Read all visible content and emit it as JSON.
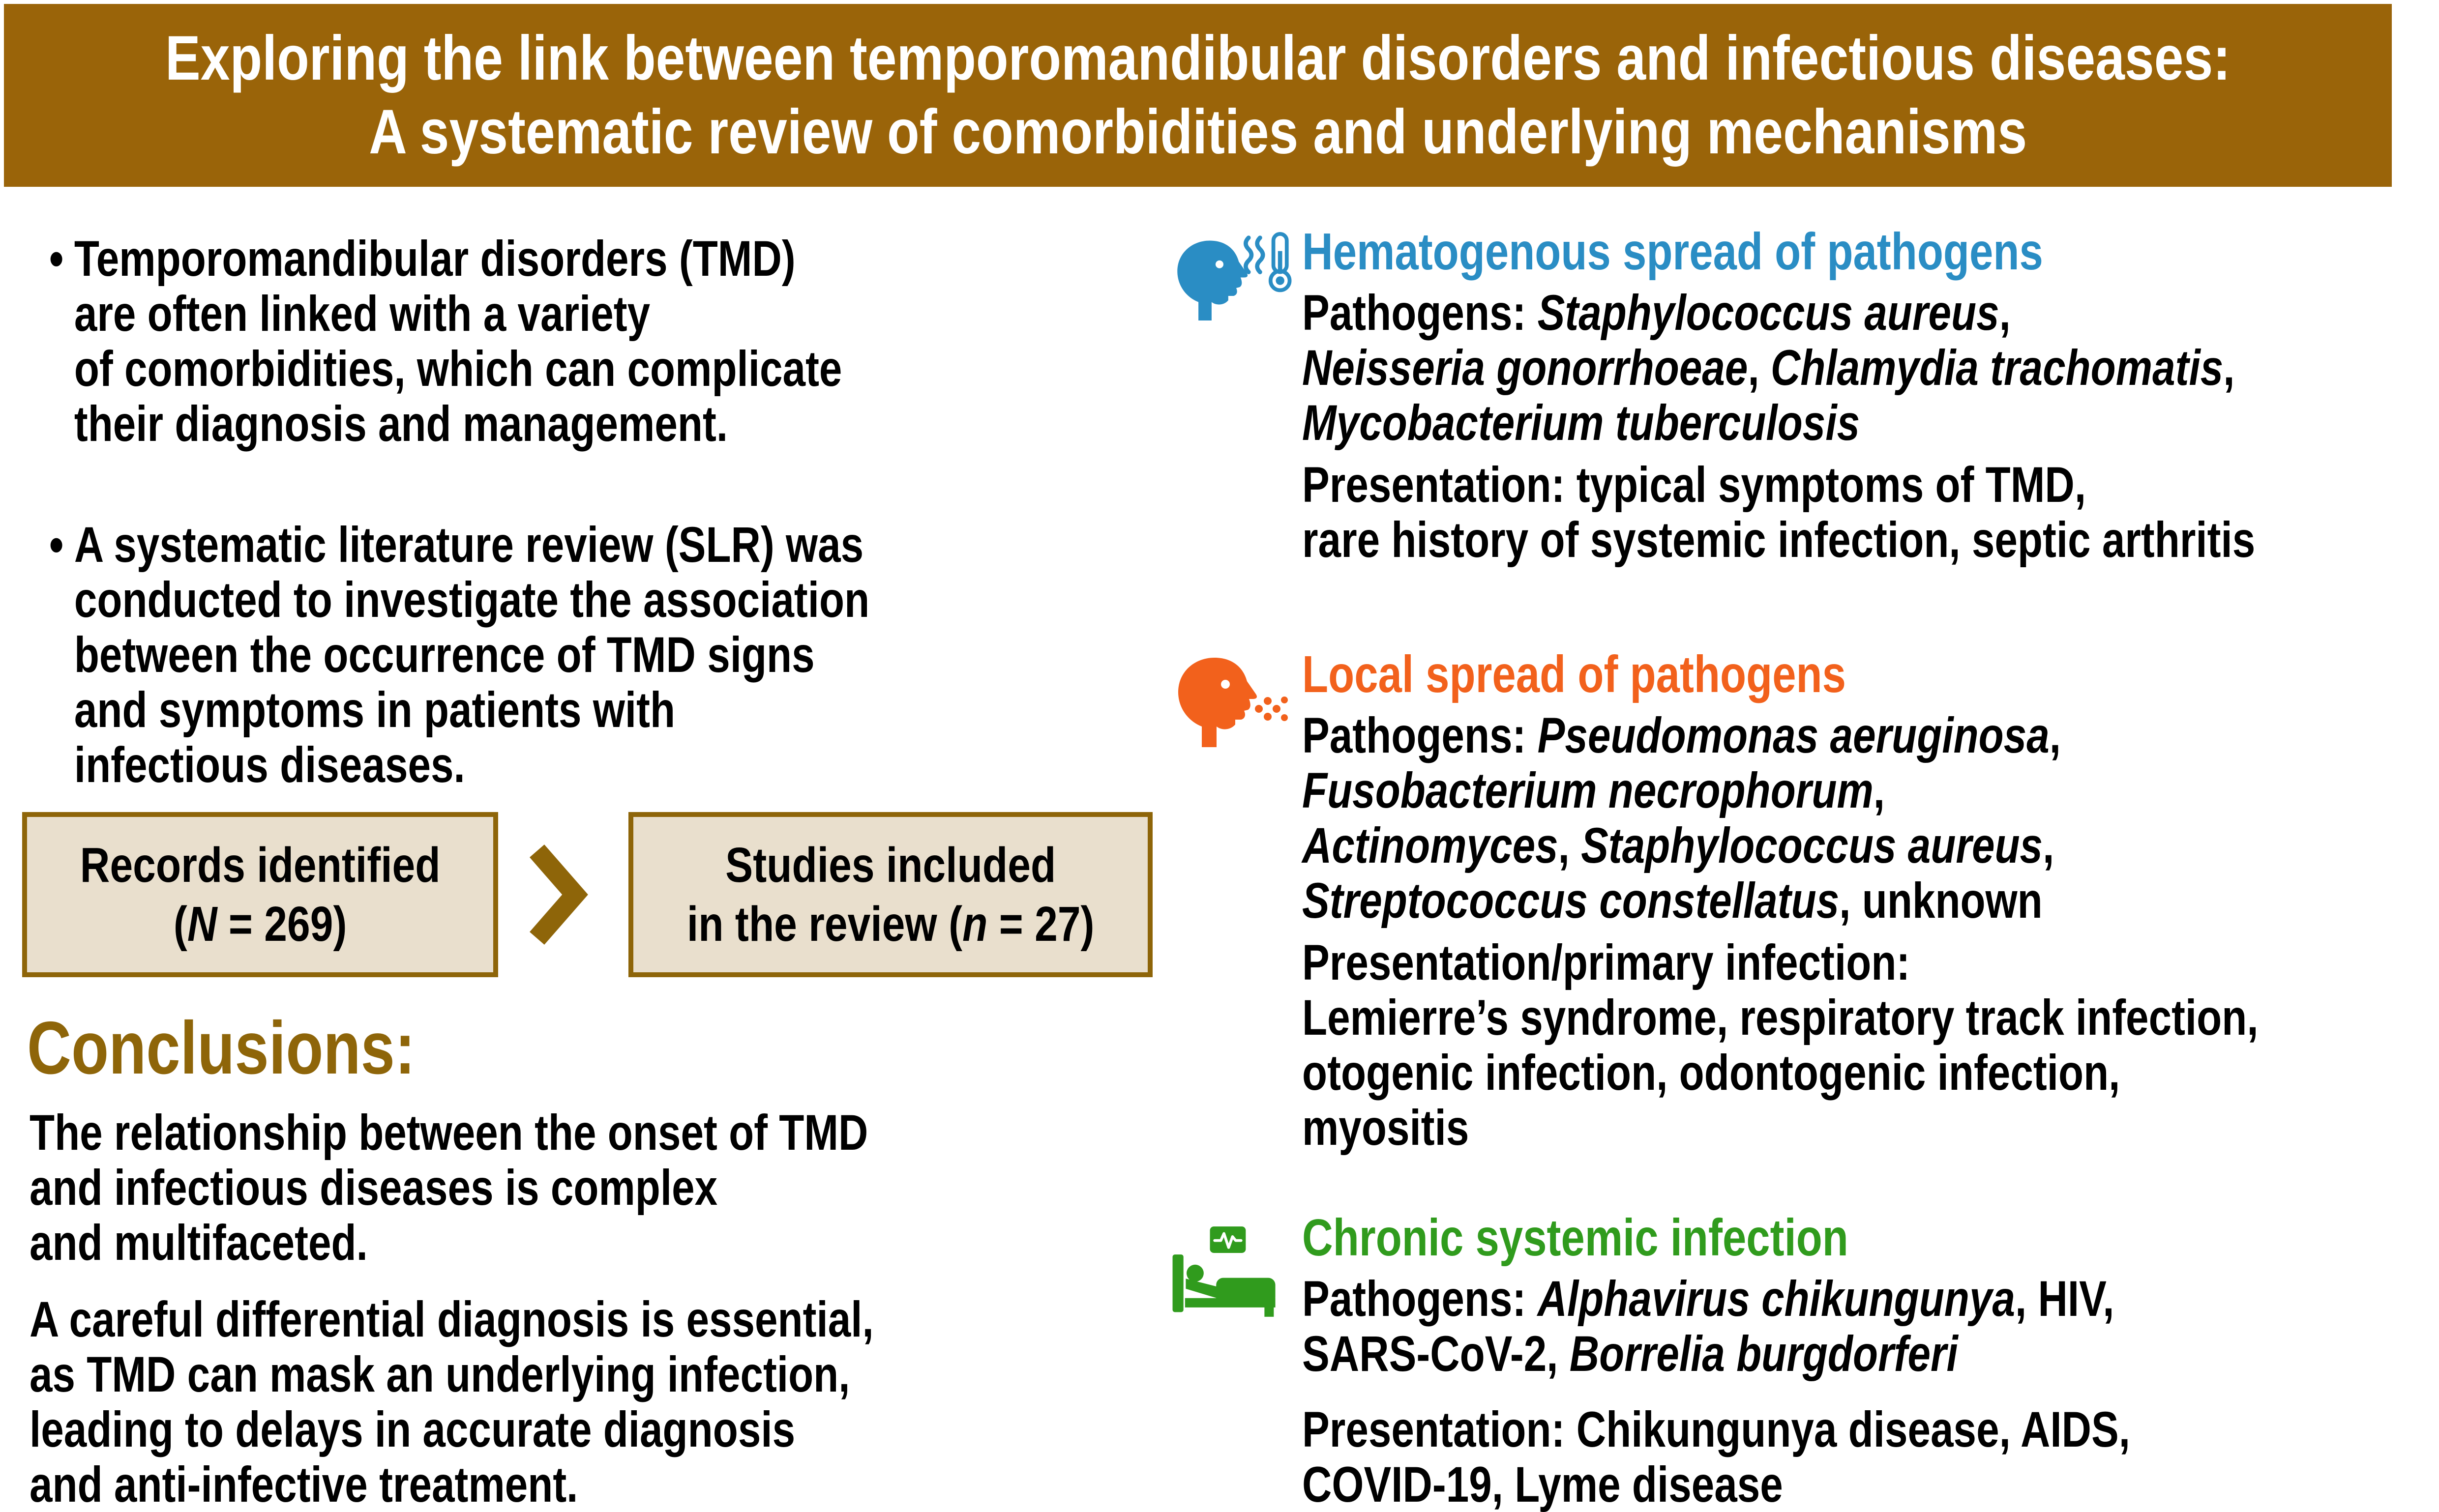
{
  "colors": {
    "header_bg": "#9a6409",
    "brown": "#8e6509",
    "box_bg": "#e9dfcd",
    "blue": "#2a8dc4",
    "orange": "#f2611c",
    "green": "#309b1d",
    "black": "#000000",
    "white": "#ffffff"
  },
  "header": {
    "line1": "Exploring the link between temporomandibular disorders and infectious diseases:",
    "line2": "A systematic review of comorbidities and underlying mechanisms"
  },
  "intro": {
    "bullet_char": "•",
    "bullets": [
      "Temporomandibular disorders (TMD)\nare often linked with a variety\nof comorbidities, which can complicate\ntheir diagnosis and management.",
      "A systematic literature review (SLR) was\nconducted to investigate the association\nbetween the occurrence of TMD signs\nand symptoms in patients with\ninfectious diseases."
    ]
  },
  "flow": {
    "records_box": [
      {
        "t": "Records identified\n(",
        "i": false
      },
      {
        "t": "N",
        "i": true
      },
      {
        "t": " = 269)",
        "i": false
      }
    ],
    "included_box": [
      {
        "t": "Studies included\nin the review (",
        "i": false
      },
      {
        "t": "n",
        "i": true
      },
      {
        "t": " = 27)",
        "i": false
      }
    ]
  },
  "conclusions": {
    "heading": "Conclusions:",
    "para1": "The relationship between the onset of TMD\nand infectious diseases is complex\nand multifaceted.",
    "para2": "A careful differential diagnosis is essential,\nas TMD can mask an underlying infection,\nleading to delays in accurate diagnosis\nand anti-infective treatment."
  },
  "sections": [
    {
      "id": "hematogenous",
      "icon": "head-fever-thermometer-icon",
      "heading": "Hematogenous spread of pathogens",
      "pathogens": [
        {
          "t": "Pathogens: ",
          "i": false
        },
        {
          "t": "Staphylococcus aureus",
          "i": true
        },
        {
          "t": ",\n",
          "i": false
        },
        {
          "t": "Neisseria gonorrhoeae",
          "i": true
        },
        {
          "t": ", ",
          "i": false
        },
        {
          "t": "Chlamydia trachomatis",
          "i": true
        },
        {
          "t": ",\n",
          "i": false
        },
        {
          "t": "Mycobacterium tuberculosis",
          "i": true
        }
      ],
      "presentation": [
        {
          "t": "Presentation: typical symptoms of TMD,\nrare history of systemic infection, septic arthritis",
          "i": false
        }
      ]
    },
    {
      "id": "local",
      "icon": "head-cough-icon",
      "heading": "Local spread of pathogens",
      "pathogens": [
        {
          "t": "Pathogens: ",
          "i": false
        },
        {
          "t": "Pseudomonas aeruginosa",
          "i": true
        },
        {
          "t": ",\n",
          "i": false
        },
        {
          "t": "Fusobacterium necrophorum",
          "i": true
        },
        {
          "t": ",\n",
          "i": false
        },
        {
          "t": "Actinomyces",
          "i": true
        },
        {
          "t": ", ",
          "i": false
        },
        {
          "t": "Staphylococcus aureus",
          "i": true
        },
        {
          "t": ",\n",
          "i": false
        },
        {
          "t": "Streptococcus constellatus",
          "i": true
        },
        {
          "t": ", unknown",
          "i": false
        }
      ],
      "presentation": [
        {
          "t": "Presentation/primary infection:\nLemierre’s syndrome, respiratory track infection,\notogenic infection, odontogenic infection,\nmyositis",
          "i": false
        }
      ]
    },
    {
      "id": "chronic",
      "icon": "patient-bed-monitor-icon",
      "heading": "Chronic systemic infection",
      "pathogens": [
        {
          "t": "Pathogens: ",
          "i": false
        },
        {
          "t": "Alphavirus chikungunya",
          "i": true
        },
        {
          "t": ", HIV,\nSARS-CoV-2, ",
          "i": false
        },
        {
          "t": "Borrelia burgdorferi",
          "i": true
        }
      ],
      "presentation": [
        {
          "t": "Presentation: Chikungunya disease, AIDS,\nCOVID-19, Lyme disease",
          "i": false
        }
      ]
    }
  ]
}
